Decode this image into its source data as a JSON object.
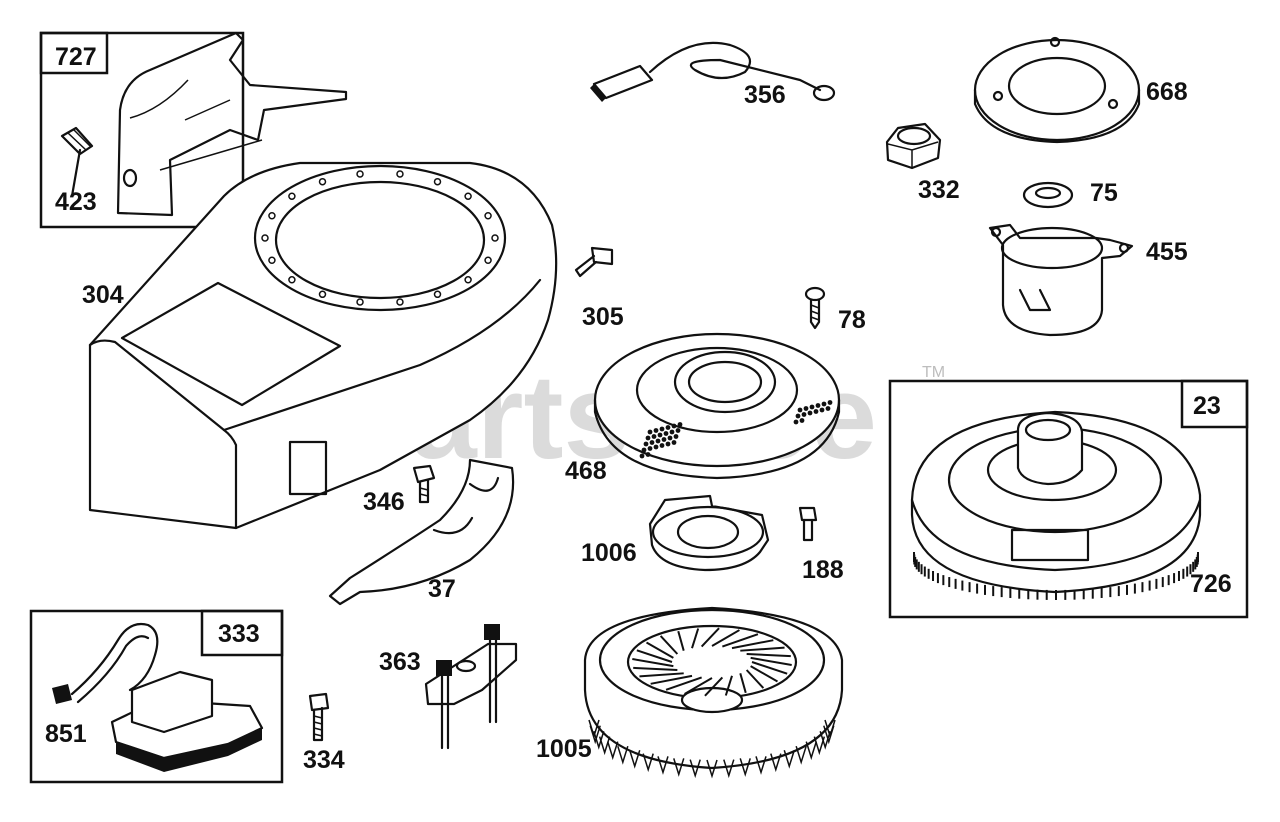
{
  "watermark": {
    "text": "PartsTree",
    "tm": "TM"
  },
  "callouts": {
    "c727": "727",
    "c423": "423",
    "c304": "304",
    "c356": "356",
    "c668": "668",
    "c332": "332",
    "c75": "75",
    "c455": "455",
    "c305": "305",
    "c78": "78",
    "c468": "468",
    "c346": "346",
    "c37": "37",
    "c1006": "1006",
    "c188": "188",
    "c23": "23",
    "c726": "726",
    "c333": "333",
    "c851": "851",
    "c334": "334",
    "c363": "363",
    "c1005": "1005"
  }
}
